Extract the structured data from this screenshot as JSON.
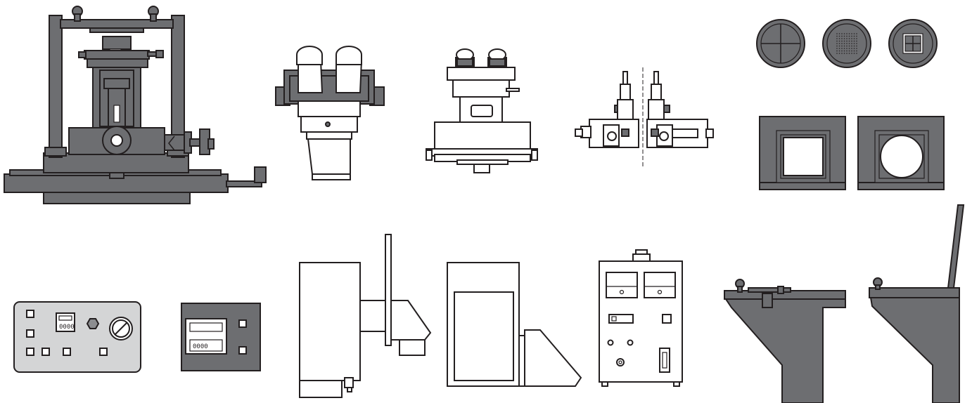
{
  "colors": {
    "dark": "#6d6e71",
    "mid": "#8c8d90",
    "light": "#d4d5d6",
    "stroke": "#231f20",
    "white": "#ffffff"
  },
  "components": [
    {
      "id": "probe-station",
      "icon": "probe-station-icon"
    },
    {
      "id": "stereo-microscope-head",
      "icon": "microscope-head-icon"
    },
    {
      "id": "zoom-microscope-head",
      "icon": "zoom-microscope-icon"
    },
    {
      "id": "probe-holder-pair",
      "icon": "probe-holder-icon"
    },
    {
      "id": "reticle-crosshair",
      "icon": "crosshair-reticle-icon"
    },
    {
      "id": "reticle-dot-grid",
      "icon": "dot-grid-reticle-icon"
    },
    {
      "id": "reticle-grid",
      "icon": "grid-reticle-icon"
    },
    {
      "id": "chuck-square",
      "icon": "square-chuck-icon"
    },
    {
      "id": "chuck-round",
      "icon": "round-chuck-icon"
    },
    {
      "id": "control-panel",
      "icon": "control-panel-icon"
    },
    {
      "id": "timer-panel",
      "icon": "timer-panel-icon"
    },
    {
      "id": "light-source-side",
      "icon": "light-source-side-icon"
    },
    {
      "id": "light-source-front",
      "icon": "light-source-front-icon"
    },
    {
      "id": "power-supply",
      "icon": "power-supply-icon"
    },
    {
      "id": "stand-short-arm",
      "icon": "stand-icon"
    },
    {
      "id": "stand-long-arm",
      "icon": "stand-tall-icon"
    }
  ],
  "panel_display": {
    "control_panel_digits": "0000",
    "timer_panel_digits": "0000"
  }
}
